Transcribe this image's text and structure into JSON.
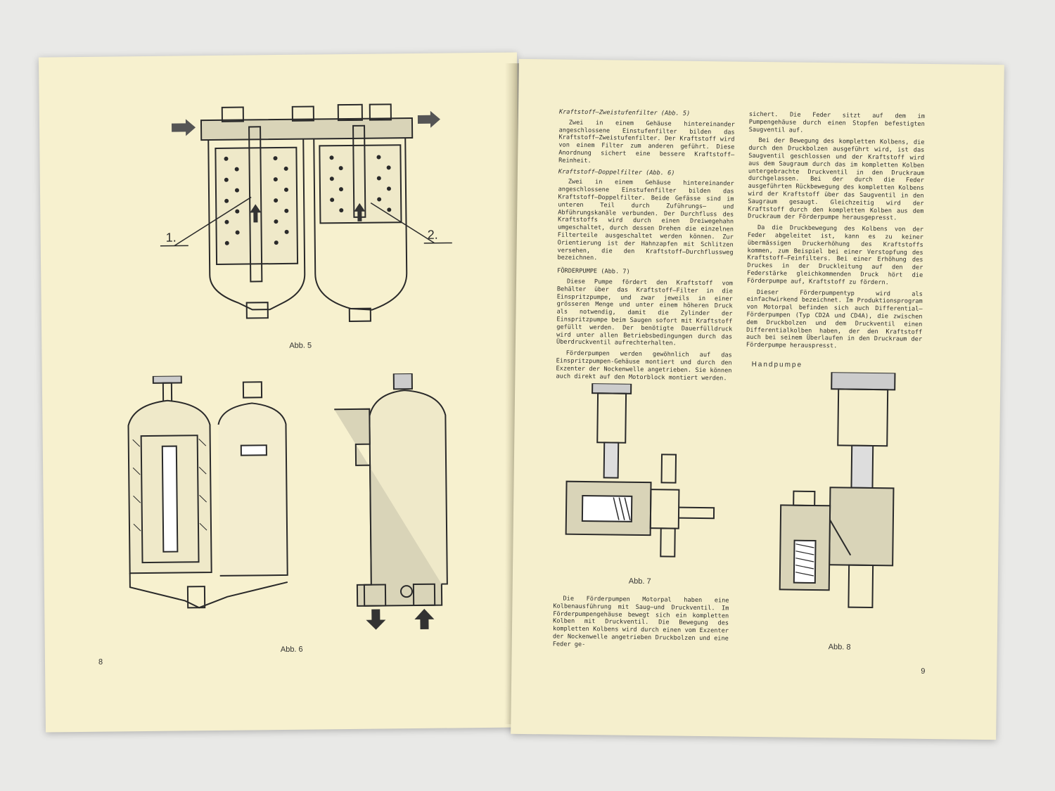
{
  "left_page": {
    "page_number": "8",
    "fig5": {
      "caption": "Abb. 5",
      "label_1": "1.",
      "label_2": "2."
    },
    "fig6": {
      "caption": "Abb. 6"
    }
  },
  "right_page": {
    "page_number": "9",
    "col1": {
      "head1": "Kraftstoff—Zweistufenfilter (Abb. 5)",
      "p1": "Zwei in einem Gehäuse hintereinander angeschlossene Einstufenfilter bilden das Kraftstoff—Zweistufenfilter. Der Kraftstoff wird von einem Filter zum anderen geführt. Diese Anordnung sichert eine bessere Kraftstoff—Reinheit.",
      "head2": "Kraftstoff—Doppelfilter (Abb. 6)",
      "p2": "Zwei in einem Gehäuse hintereinander angeschlossene Einstufenfilter bilden das Kraftstoff—Doppelfilter. Beide Gefässe sind im unteren Teil durch Zuführungs— und Abführungskanäle verbunden. Der Durchfluss des Kraftstoffs wird durch einen Dreiwegehahn umgeschaltet, durch dessen Drehen die einzelnen Filterteile ausgeschaltet werden können. Zur Orientierung ist der Hahnzapfen mit Schlitzen versehen, die den Kraftstoff—Durchflussweg bezeichnen.",
      "head3": "FÖRDERPUMPE (Abb. 7)",
      "p3": "Diese Pumpe fördert den Kraftstoff vom Behälter über das Kraftstoff—Filter in die Einspritzpumpe, und zwar jeweils in einer grösseren Menge und unter einem höheren Druck als notwendig, damit die Zylinder der Einspritzpumpe beim Saugen sofort mit Kraftstoff gefüllt werden. Der benötigte Dauerfülldruck wird unter allen Betriebsbedingungen durch das Überdruckventil aufrechterhalten.",
      "p4": "Förderpumpen werden gewöhnlich auf das Einspritzpumpen-Gehäuse montiert und durch den Exzenter der Nockenwelle angetrieben. Sie können auch direkt auf den Motorblock montiert werden."
    },
    "col2": {
      "p1": "sichert. Die Feder sitzt auf dem im Pumpengehäuse durch einen Stopfen befestigten Saugventil auf.",
      "p2": "Bei der Bewegung des kompletten Kolbens, die durch den Druckbolzen ausgeführt wird, ist das Saugventil geschlossen und der Kraftstoff wird aus dem Saugraum durch das im kompletten Kolben untergebrachte Druckventil in den Druckraum durchgelassen. Bei der durch die Feder ausgeführten Rückbewegung des kompletten Kolbens wird der Kraftstoff über das Saugventil in den Saugraum gesaugt. Gleichzeitig wird der Kraftstoff durch den kompletten Kolben aus dem Druckraum der Förderpumpe herausgepresst.",
      "p3": "Da die Druckbewegung des Kolbens von der Feder abgeleitet ist, kann es zu keiner übermässigen Druckerhöhung des Kraftstoffs kommen, zum Beispiel bei einer Verstopfung des Kraftstoff—Feinfilters. Bei einer Erhöhung des Druckes in der Druckleitung auf den der Federstärke gleichkommenden Druck hört die Förderpumpe auf, Kraftstoff zu fördern.",
      "p4": "Dieser Förderpumpentyp wird als einfachwirkend bezeichnet. Im Produktionsprogram von Motorpal befinden sich auch Differential—Förderpumpen (Typ CD2A und CD4A), die zwischen dem Druckbolzen und dem Druckventil einen Differentialkolben haben, der den Kraftstoff auch bei seinem Überlaufen in den Druckraum der Förderpumpe herauspresst."
    },
    "handpumpe": "Handpumpe",
    "fig7": {
      "caption": "Abb. 7"
    },
    "fig8": {
      "caption": "Abb. 8"
    },
    "bottom_text": "Die Förderpumpen Motorpal haben eine Kolbenausführung mit Saug—und Druckventil. Im Förderpumpengehäuse bewegt sich ein kompletten Kolben mit Druckventil. Die Bewegung des kompletten Kolbens wird durch einen vom Exzenter der Nockenwelle angetrieben Druckbolzen und eine Feder ge-"
  },
  "colors": {
    "paper": "#f7f1cf",
    "ink": "#2a2a2a",
    "background": "#e9e9e7"
  },
  "icons": [
    "arrow-right-icon",
    "arrow-up-icon",
    "arrow-down-icon"
  ]
}
